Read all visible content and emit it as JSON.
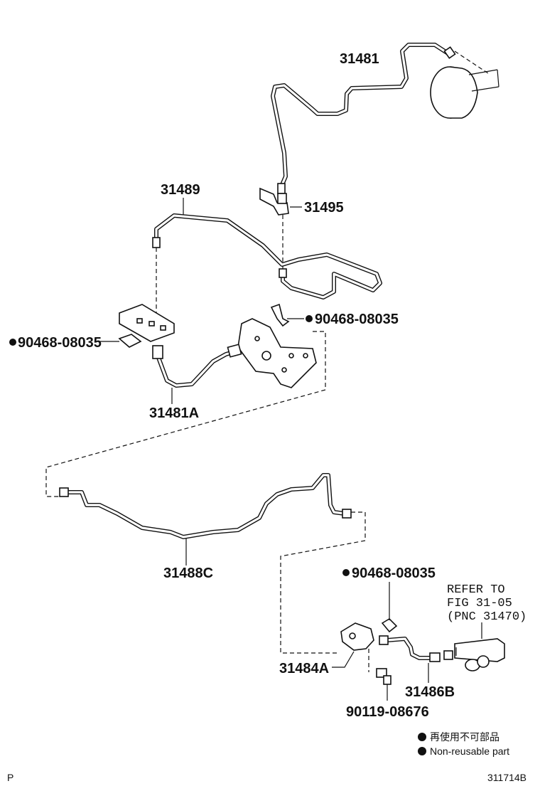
{
  "parts": {
    "p31481": "31481",
    "p31495": "31495",
    "p31489": "31489",
    "clip_right": "90468-08035",
    "clip_left": "90468-08035",
    "p31481A": "31481A",
    "p31488C": "31488C",
    "clip_lower": "90468-08035",
    "p31484A": "31484A",
    "p31486B": "31486B",
    "bolt": "90119-08676"
  },
  "refer": {
    "line1": "REFER TO",
    "line2": "FIG 31-05",
    "line3": "(PNC 31470)"
  },
  "legend": {
    "japanese": "再使用不可部品",
    "english": "Non-reusable part"
  },
  "footer": {
    "left_code": "P",
    "figure_id": "311714B"
  }
}
